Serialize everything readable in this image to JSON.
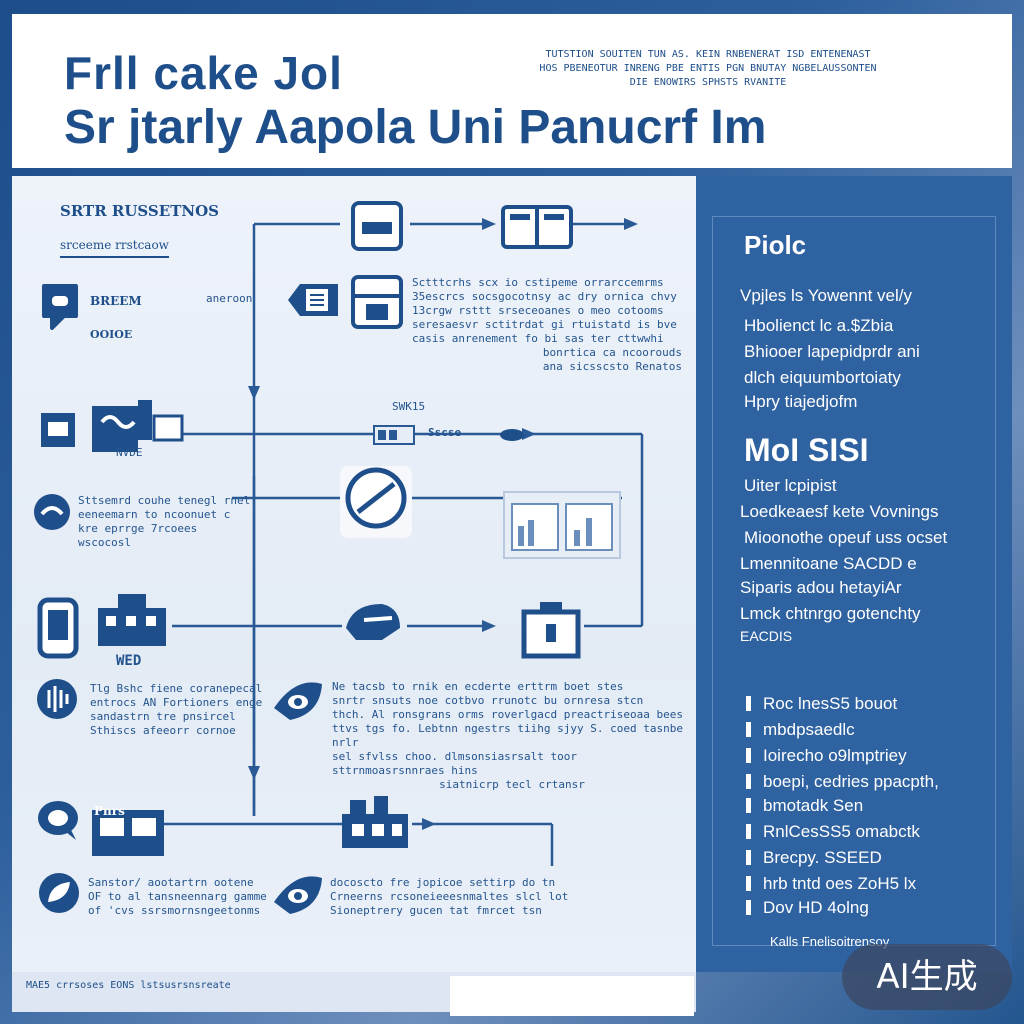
{
  "header": {
    "title_line1": "Frll cake Jol",
    "title_line2": "Sr jtarly Aapola Uni Panucrf Im",
    "note_lines": [
      "TUTSTION SOUITEN TUN AS. KEIN RNBENERAT ISD ENTENENAST",
      "HOS PBENEOTUR INRENG PBE ENTIS PGN BNUTAY NGBELAUSSONTEN",
      "DIE ENOWIRS SPHSTS RVANITE"
    ]
  },
  "main": {
    "section_label": "SRTR RUSSETNOS",
    "section_sublabel": "srceeme rrstcaow",
    "left_labels": {
      "l1": "BREEM",
      "l1b": "OOIOE",
      "l1c": "aneroon",
      "l2": "NVDE",
      "l3a": "Sttsemrd couhe tenegl rnel",
      "l3b": "eeneemarn to ncoonuet c",
      "l3c": "kre eprrge 7rcoees",
      "l3d": "wscocosl",
      "l4": "WED",
      "l5a": "Tlg Bshc fiene coranepecal",
      "l5b": "entrocs AN Fortioners enge",
      "l5c": "sandastrn tre pnsircel",
      "l5d": "Sthiscs afeeorr cornoe",
      "l6": "Pnrs",
      "l7a": "Sanstor/ aootartrn ootene",
      "l7b": "OF to al tansneennarg gamme",
      "l7c": "of 'cvs ssrsmornsngeetonms"
    },
    "mid_labels": {
      "m1a": "Sctttcrhs scx io cstipeme orrarccemrms",
      "m1b": "35escrcs socsgocotnsy ac dry ornica chvy",
      "m1c": "13crgw rsttt srseceoanes o meo cotooms",
      "m1d": "seresaesvr sctitrdat gi rtuistatd is bve",
      "m1e": "casis anrenement fo bi sas ter cttwwhi",
      "m1f": "bonrtica ca ncoorouds",
      "m1g": "ana sicsscsto Renatos",
      "m2": "SWK15",
      "m2b": "Sscse",
      "m3a": "Ne tacsb to rnik en ecderte erttrm boet stes",
      "m3b": "snrtr snsuts noe cotbvo rrunotc bu ornresa stcn",
      "m3c": "thch. Al ronsgrans orms roverlgacd preactriseoaa bees",
      "m3d": "ttvs tgs fo. Lebtnn ngestrs tiihg sjyy S. coed tasnbe nrlr",
      "m3e": "sel sfvlss choo. dlmsonsiasrsalt toor sttrnmoasrsnnraes hins",
      "m3f": "siatnicrp tecl crtansr",
      "m4a": "docoscto fre jopicoe settirp do tn",
      "m4b": "Crneerns rcsoneieeesnmaltes slcl lot",
      "m4c": "Sioneptrery gucen tat fmrcet tsn"
    }
  },
  "side": {
    "title": "Piolc",
    "para1": [
      "Vpjles ls Yowennt vel/y",
      "Hbolienct lc a.$Zbia",
      "Bhiooer lapepidprdr ani",
      "dlch eiquumbortoiaty",
      "Hpry tiajedjofm"
    ],
    "big": "MoI SISI",
    "para2": [
      "Uiter lcpipist",
      "Loedkeaesf kete Vovnings",
      "Mioonothe opeuf uss ocset",
      "Lmennitoane SACDD e",
      "Siparis adou hetayiAr",
      "Lmck chtnrgo gotenchty",
      "EACDIS"
    ],
    "bullets": [
      "Roc lnesS5 bouot",
      "mbdpsaedlc",
      "Ioirecho o9lmptriey",
      "boepi, cedries ppacpth,",
      "bmotadk Sen",
      "RnlCesSS5 omabctk",
      "Brecpy. SSEED",
      "hrb tntd oes ZoH5 lx",
      "Dov HD 4olng"
    ],
    "footer": "Kalls Fnelisoitrensoy"
  },
  "footer": {
    "text": "MAE5 crrsoses EONS lstsusrsnsreate"
  },
  "badge": {
    "label": "AI生成"
  },
  "colors": {
    "primary": "#1e4f8a",
    "panel": "#2f62a0",
    "light": "#e3ebf5"
  }
}
